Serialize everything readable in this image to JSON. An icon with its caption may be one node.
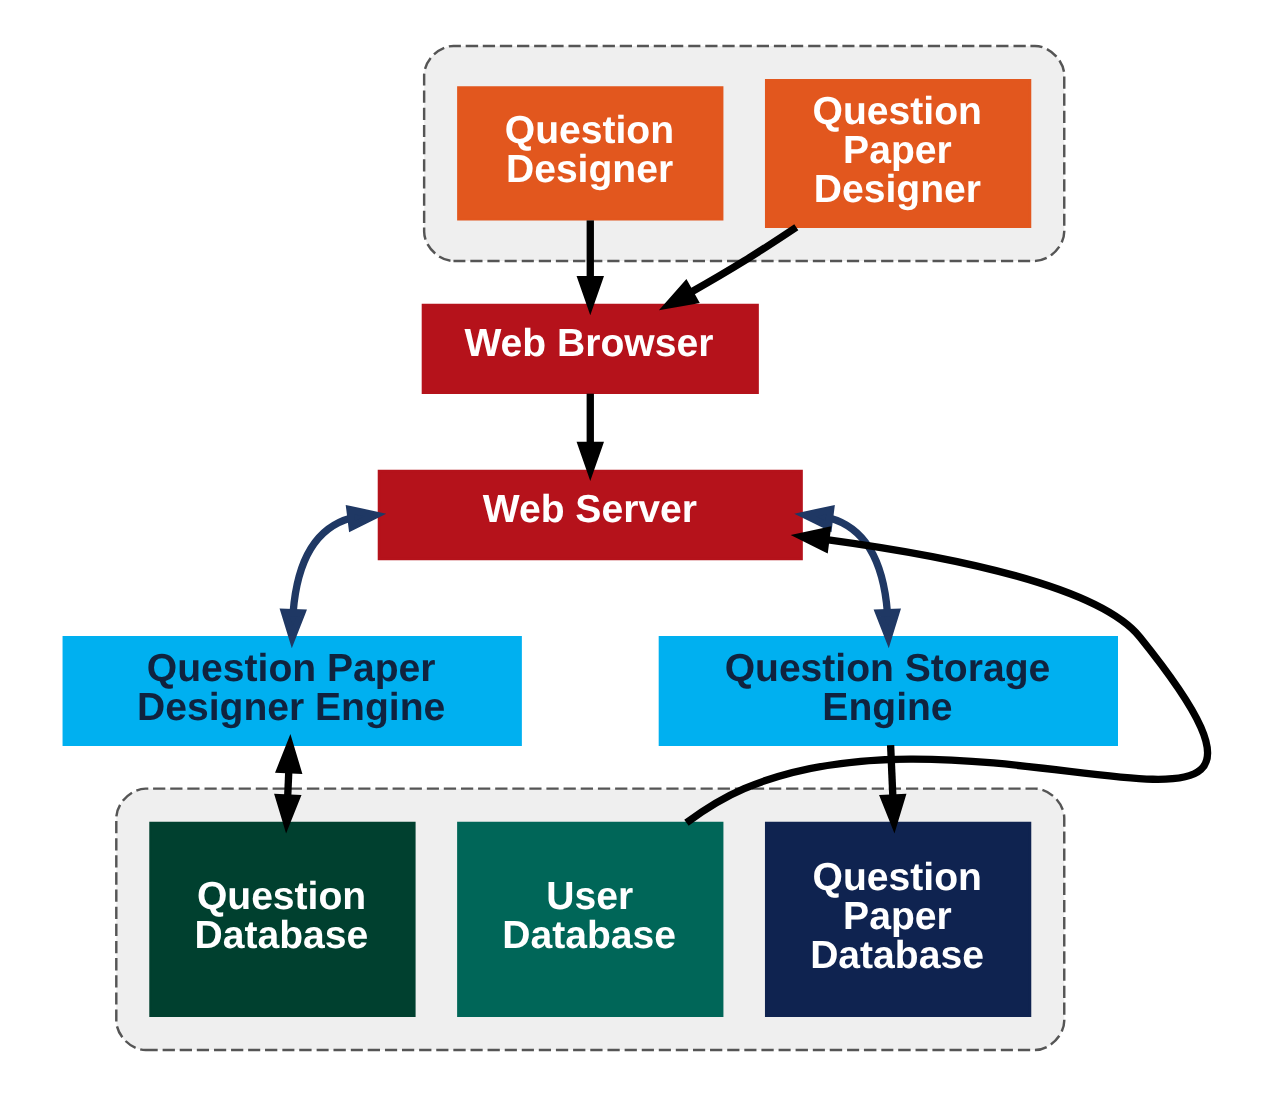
{
  "diagram": {
    "nodes": [
      {
        "text": [],
        "shape": "ellipse"
      },
      {
        "text": [
          "Question Designer"
        ],
        "in": 0
      },
      {
        "text": [
          "Question Paper Designer"
        ],
        "in": 0
      },
      {
        "text": [
          "Web Browser"
        ]
      },
      {
        "text": [
          "Web Server"
        ]
      },
      {
        "text": [
          "Question Paper Designer Engine"
        ]
      },
      {
        "text": [
          "Question Storage Engine"
        ]
      },
      {
        "text": [],
        "shape": "ellipse"
      },
      {
        "text": [
          "Question Database"
        ],
        "in": 7
      },
      {
        "text": [
          "User Database"
        ],
        "in": 7
      },
      {
        "text": [
          "Question Paper Database"
        ],
        "in": 7
      }
    ],
    "edges": [
      {
        "from": 1,
        "to": 3,
        "arrow": "to"
      },
      {
        "from": 2,
        "to": 3,
        "arrow": "to"
      },
      {
        "from": 3,
        "to": 4,
        "arrow": "to"
      },
      {
        "from": 4,
        "to": 5,
        "arrow": "both",
        "color": "#1f3864"
      },
      {
        "from": 4,
        "to": 6,
        "arrow": "both",
        "color": "#1f3864"
      },
      {
        "from": 5,
        "to": 8,
        "arrow": "both"
      },
      {
        "from": 9,
        "to": 4,
        "arrow": "to"
      },
      {
        "from": 6,
        "to": 10,
        "arrow": "to"
      }
    ]
  }
}
